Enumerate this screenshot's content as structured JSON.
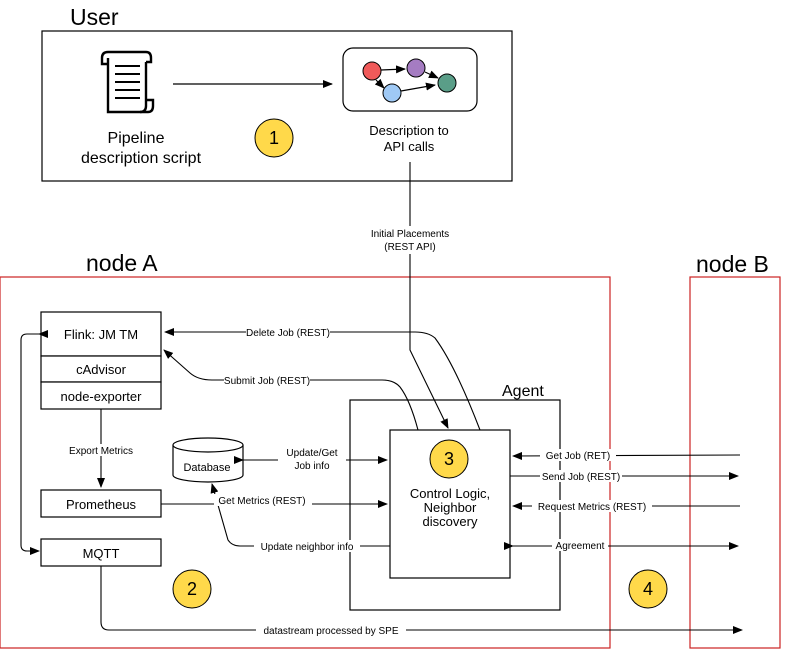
{
  "regions": {
    "user": "User",
    "node_a": "node A",
    "node_b": "node B",
    "agent": "Agent"
  },
  "user_box": {
    "pipeline_line1": "Pipeline",
    "pipeline_line2": "description script",
    "api_line1": "Description to",
    "api_line2": "API calls"
  },
  "components": {
    "flink": "Flink: JM TM",
    "cadvisor": "cAdvisor",
    "node_exporter": "node-exporter",
    "prometheus": "Prometheus",
    "mqtt": "MQTT",
    "database": "Database",
    "control_line1": "Control Logic,",
    "control_line2": "Neighbor",
    "control_line3": "discovery"
  },
  "edges": {
    "initial_placements_line1": "Initial Placements",
    "initial_placements_line2": "(REST API)",
    "delete_job": "Delete Job (REST)",
    "submit_job": "Submit Job (REST)",
    "export_metrics": "Export Metrics",
    "update_get_line1": "Update/Get",
    "update_get_line2": "Job info",
    "get_metrics": "Get Metrics (REST)",
    "update_neighbor": "Update neighbor info",
    "get_job": "Get Job (RET)",
    "send_job": "Send Job (REST)",
    "request_metrics": "Request Metrics (REST)",
    "agreement": "Agreement",
    "datastream": "datastream processed by SPE"
  },
  "steps": [
    "1",
    "2",
    "3",
    "4"
  ],
  "colors": {
    "node_border": "#cc2222",
    "step_fill": "#ffd94a",
    "node_red": "#f05a5a",
    "node_purple": "#a57cc2",
    "node_blue": "#9fc9f5",
    "node_green": "#5a9e88"
  },
  "icons": {
    "pipeline": "scroll-icon",
    "api": "graph-icon",
    "database": "cylinder-icon"
  }
}
